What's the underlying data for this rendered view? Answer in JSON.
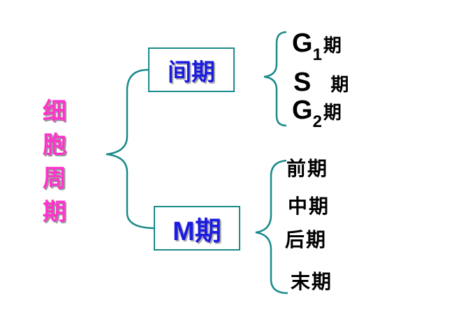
{
  "root": {
    "chars": [
      "细",
      "胞",
      "周",
      "期"
    ]
  },
  "interphase": {
    "label": "间期",
    "phases": [
      {
        "letter": "G",
        "sub": "1",
        "suffix": "期"
      },
      {
        "letter": "S",
        "sub": "",
        "suffix": "期"
      },
      {
        "letter": "G",
        "sub": "2",
        "suffix": "期"
      }
    ]
  },
  "mitosis": {
    "letter": "M",
    "suffix": "期",
    "phases": [
      "前期",
      "中期",
      "后期",
      "末期"
    ]
  },
  "colors": {
    "connector": "#1a8a8a",
    "root": "#ff33cc",
    "node_text": "#1c1ce0"
  }
}
